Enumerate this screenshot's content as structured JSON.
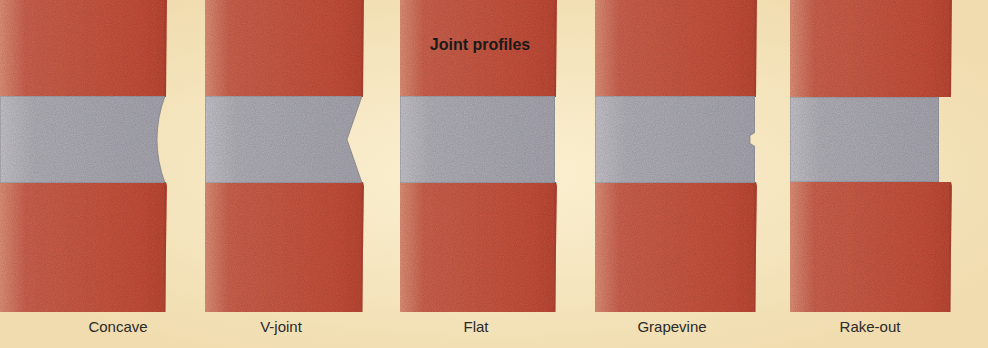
{
  "diagram": {
    "title": "Joint profiles",
    "labels": [
      "Concave",
      "V-joint",
      "Flat",
      "Grapevine",
      "Rake-out"
    ]
  }
}
